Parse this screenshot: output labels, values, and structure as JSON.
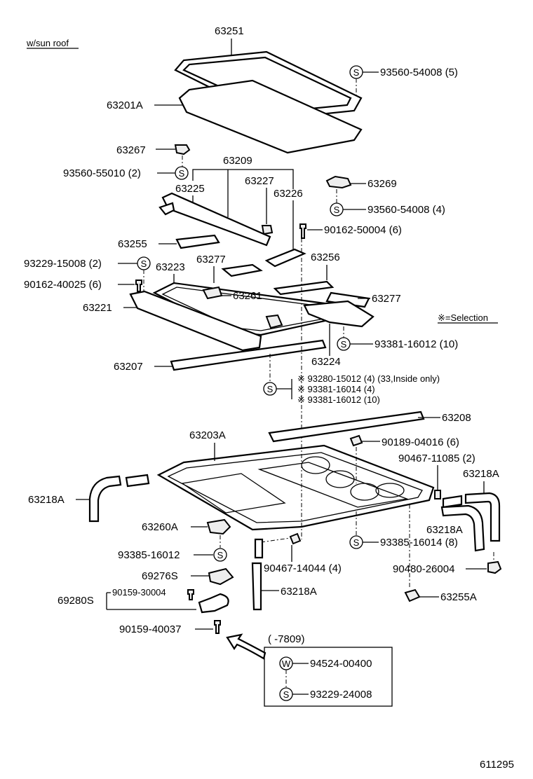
{
  "header": {
    "variant": "w/sun roof"
  },
  "footer": {
    "ref": "611295"
  },
  "legend": {
    "selection": "※=Selection"
  },
  "box": {
    "title": "(      -7809)",
    "w_code": "94524-00400",
    "s_code": "93229-24008"
  },
  "symbols": {
    "s": "S",
    "w": "W"
  },
  "labels": {
    "p63251": "63251",
    "p63201A": "63201A",
    "p93560_54008_5": "93560-54008 (5)",
    "p63267": "63267",
    "p93560_55010": "93560-55010 (2)",
    "p63209": "63209",
    "p63225": "63225",
    "p63227": "63227",
    "p63226": "63226",
    "p63269": "63269",
    "p93560_54008_4": "93560-54008 (4)",
    "p90162_50004": "90162-50004 (6)",
    "p63255": "63255",
    "p93229_15008": "93229-15008 (2)",
    "p63223": "63223",
    "p63277a": "63277",
    "p63256": "63256",
    "p90162_40025": "90162-40025 (6)",
    "p63261": "63261",
    "p63277b": "63277",
    "p63221": "63221",
    "p93381_16012_10": "93381-16012 (10)",
    "p63224": "63224",
    "p63207": "63207",
    "sel1": "※ 93280-15012 (4) (33,Inside only)",
    "sel2": "※ 93381-16014        (4)",
    "sel3": "※ 93381-16012        (10)",
    "p63208": "63208",
    "p63203A": "63203A",
    "p90189_04016": "90189-04016 (6)",
    "p90467_11085": "90467-11085 (2)",
    "p63218A_r": "63218A",
    "p63218A_l": "63218A",
    "p63218A_m": "63218A",
    "p63260A": "63260A",
    "p93385_16014": "93385-16014 (8)",
    "p93385_16012": "93385-16012",
    "p90467_14044": "90467-14044 (4)",
    "p90480_26004": "90480-26004",
    "p69276S": "69276S",
    "p63218A_b": "63218A",
    "p90159_30004": "90159-30004",
    "p69280S": "69280S",
    "p63255A": "63255A",
    "p90159_40037": "90159-40037"
  }
}
